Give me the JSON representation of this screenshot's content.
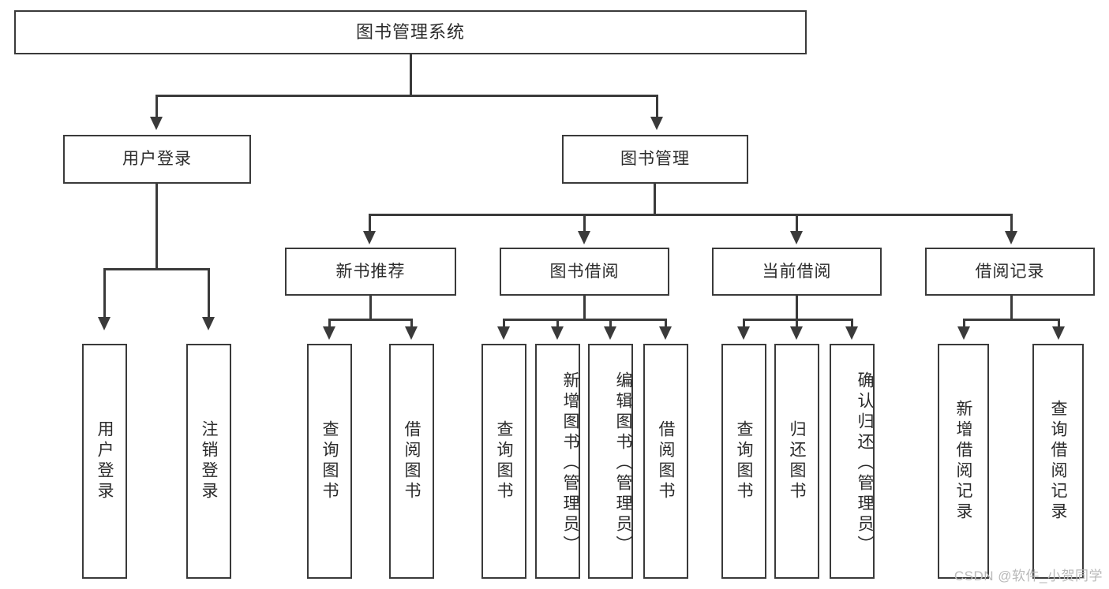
{
  "diagram": {
    "title": "图书管理系统",
    "type": "tree",
    "watermark": "CSDN @软件_小贺同学",
    "colors": {
      "stroke": "#3a3a3a",
      "text": "#2b2b2b",
      "background": "#ffffff",
      "watermark": "#b9b9b9"
    },
    "nodes": {
      "root": {
        "label": "图书管理系统"
      },
      "level2": [
        {
          "label": "用户登录"
        },
        {
          "label": "图书管理"
        }
      ],
      "level3": [
        {
          "label": "新书推荐"
        },
        {
          "label": "图书借阅"
        },
        {
          "label": "当前借阅"
        },
        {
          "label": "借阅记录"
        }
      ],
      "leaves_user_login": [
        {
          "label": "用户登录"
        },
        {
          "label": "注销登录"
        }
      ],
      "leaves_new_book": [
        {
          "label": "查询图书"
        },
        {
          "label": "借阅图书"
        }
      ],
      "leaves_borrow": [
        {
          "label": "查询图书"
        },
        {
          "label": "新增图书（管理员）"
        },
        {
          "label": "编辑图书（管理员）"
        },
        {
          "label": "借阅图书"
        }
      ],
      "leaves_current": [
        {
          "label": "查询图书"
        },
        {
          "label": "归还图书"
        },
        {
          "label": "确认归还（管理员）"
        }
      ],
      "leaves_records": [
        {
          "label": "新增借阅记录"
        },
        {
          "label": "查询借阅记录"
        }
      ]
    }
  }
}
